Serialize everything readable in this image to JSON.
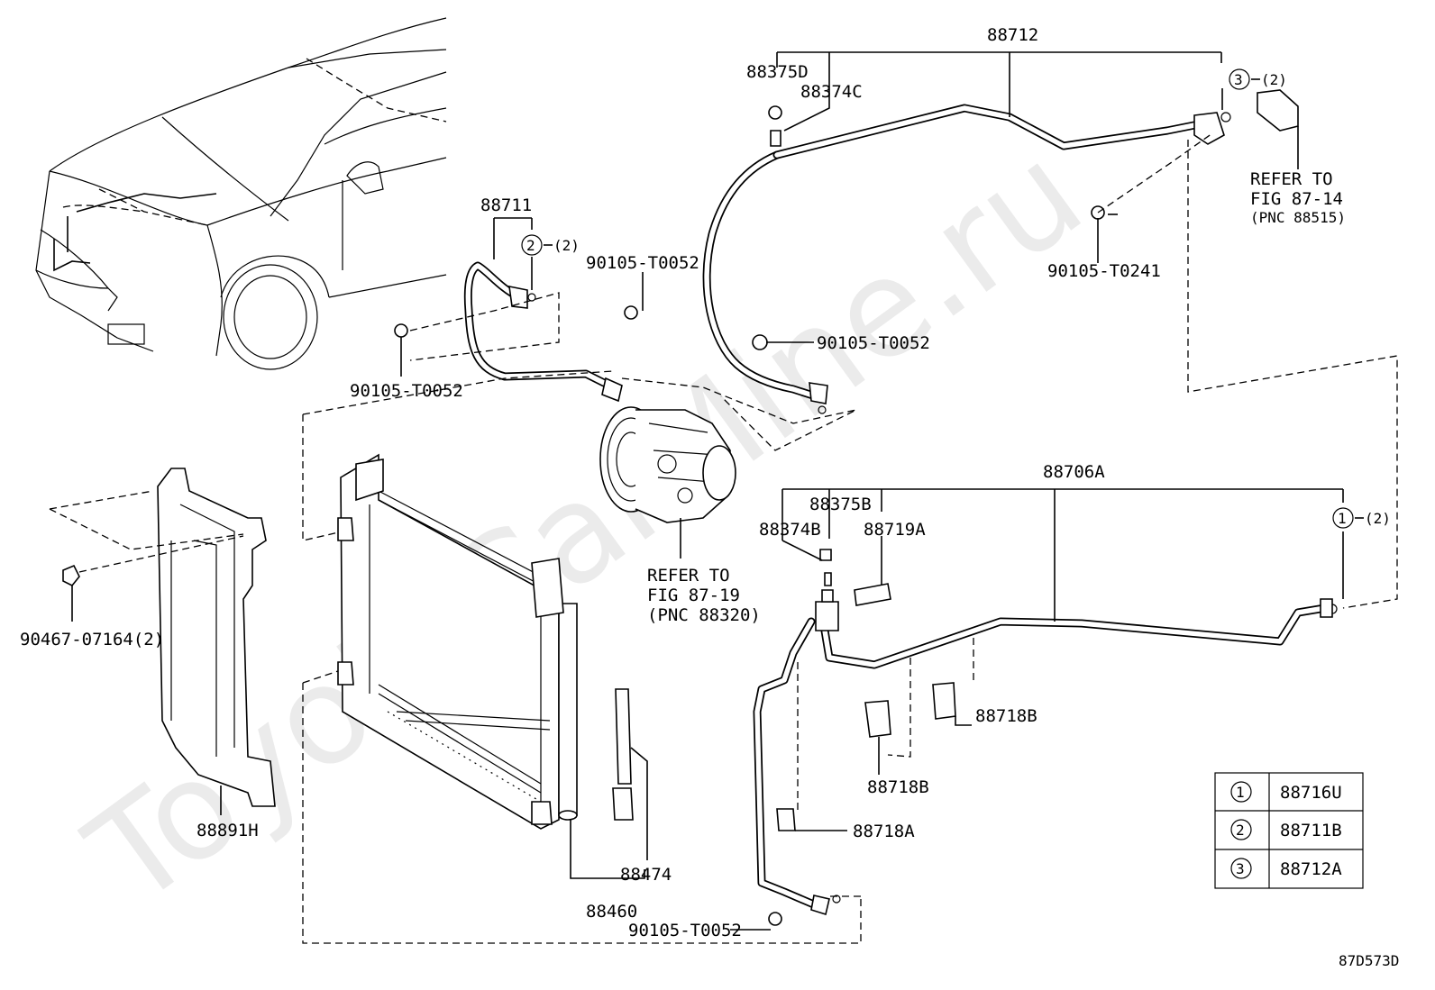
{
  "watermark": "ToyotaCarMine.ru",
  "diagram_code": "87D573D",
  "labels": {
    "p88712": "88712",
    "p88375D": "88375D",
    "p88374C": "88374C",
    "p88711": "88711",
    "bolt_t0052_a": "90105-T0052",
    "bolt_t0052_b": "90105-T0052",
    "bolt_t0052_c": "90105-T0052",
    "bolt_t0052_d": "90105-T0052",
    "bolt_t0241": "90105-T0241",
    "refer_87_14": [
      "REFER TO",
      "FIG 87-14",
      "(PNC 88515)"
    ],
    "refer_87_19": [
      "REFER TO",
      "FIG 87-19",
      "(PNC 88320)"
    ],
    "p88706A": "88706A",
    "p88375B": "88375B",
    "p88374B": "88374B",
    "p88719A": "88719A",
    "p90467": "90467-07164(2)",
    "p88891H": "88891H",
    "p88718B_a": "88718B",
    "p88718B_b": "88718B",
    "p88718A": "88718A",
    "p88474": "88474",
    "p88460": "88460",
    "callout_qty": "(2)",
    "callout_1": "1",
    "callout_2": "2",
    "callout_3": "3"
  },
  "legend": [
    {
      "num": "1",
      "part": "88716U"
    },
    {
      "num": "2",
      "part": "88711B"
    },
    {
      "num": "3",
      "part": "88712A"
    }
  ]
}
